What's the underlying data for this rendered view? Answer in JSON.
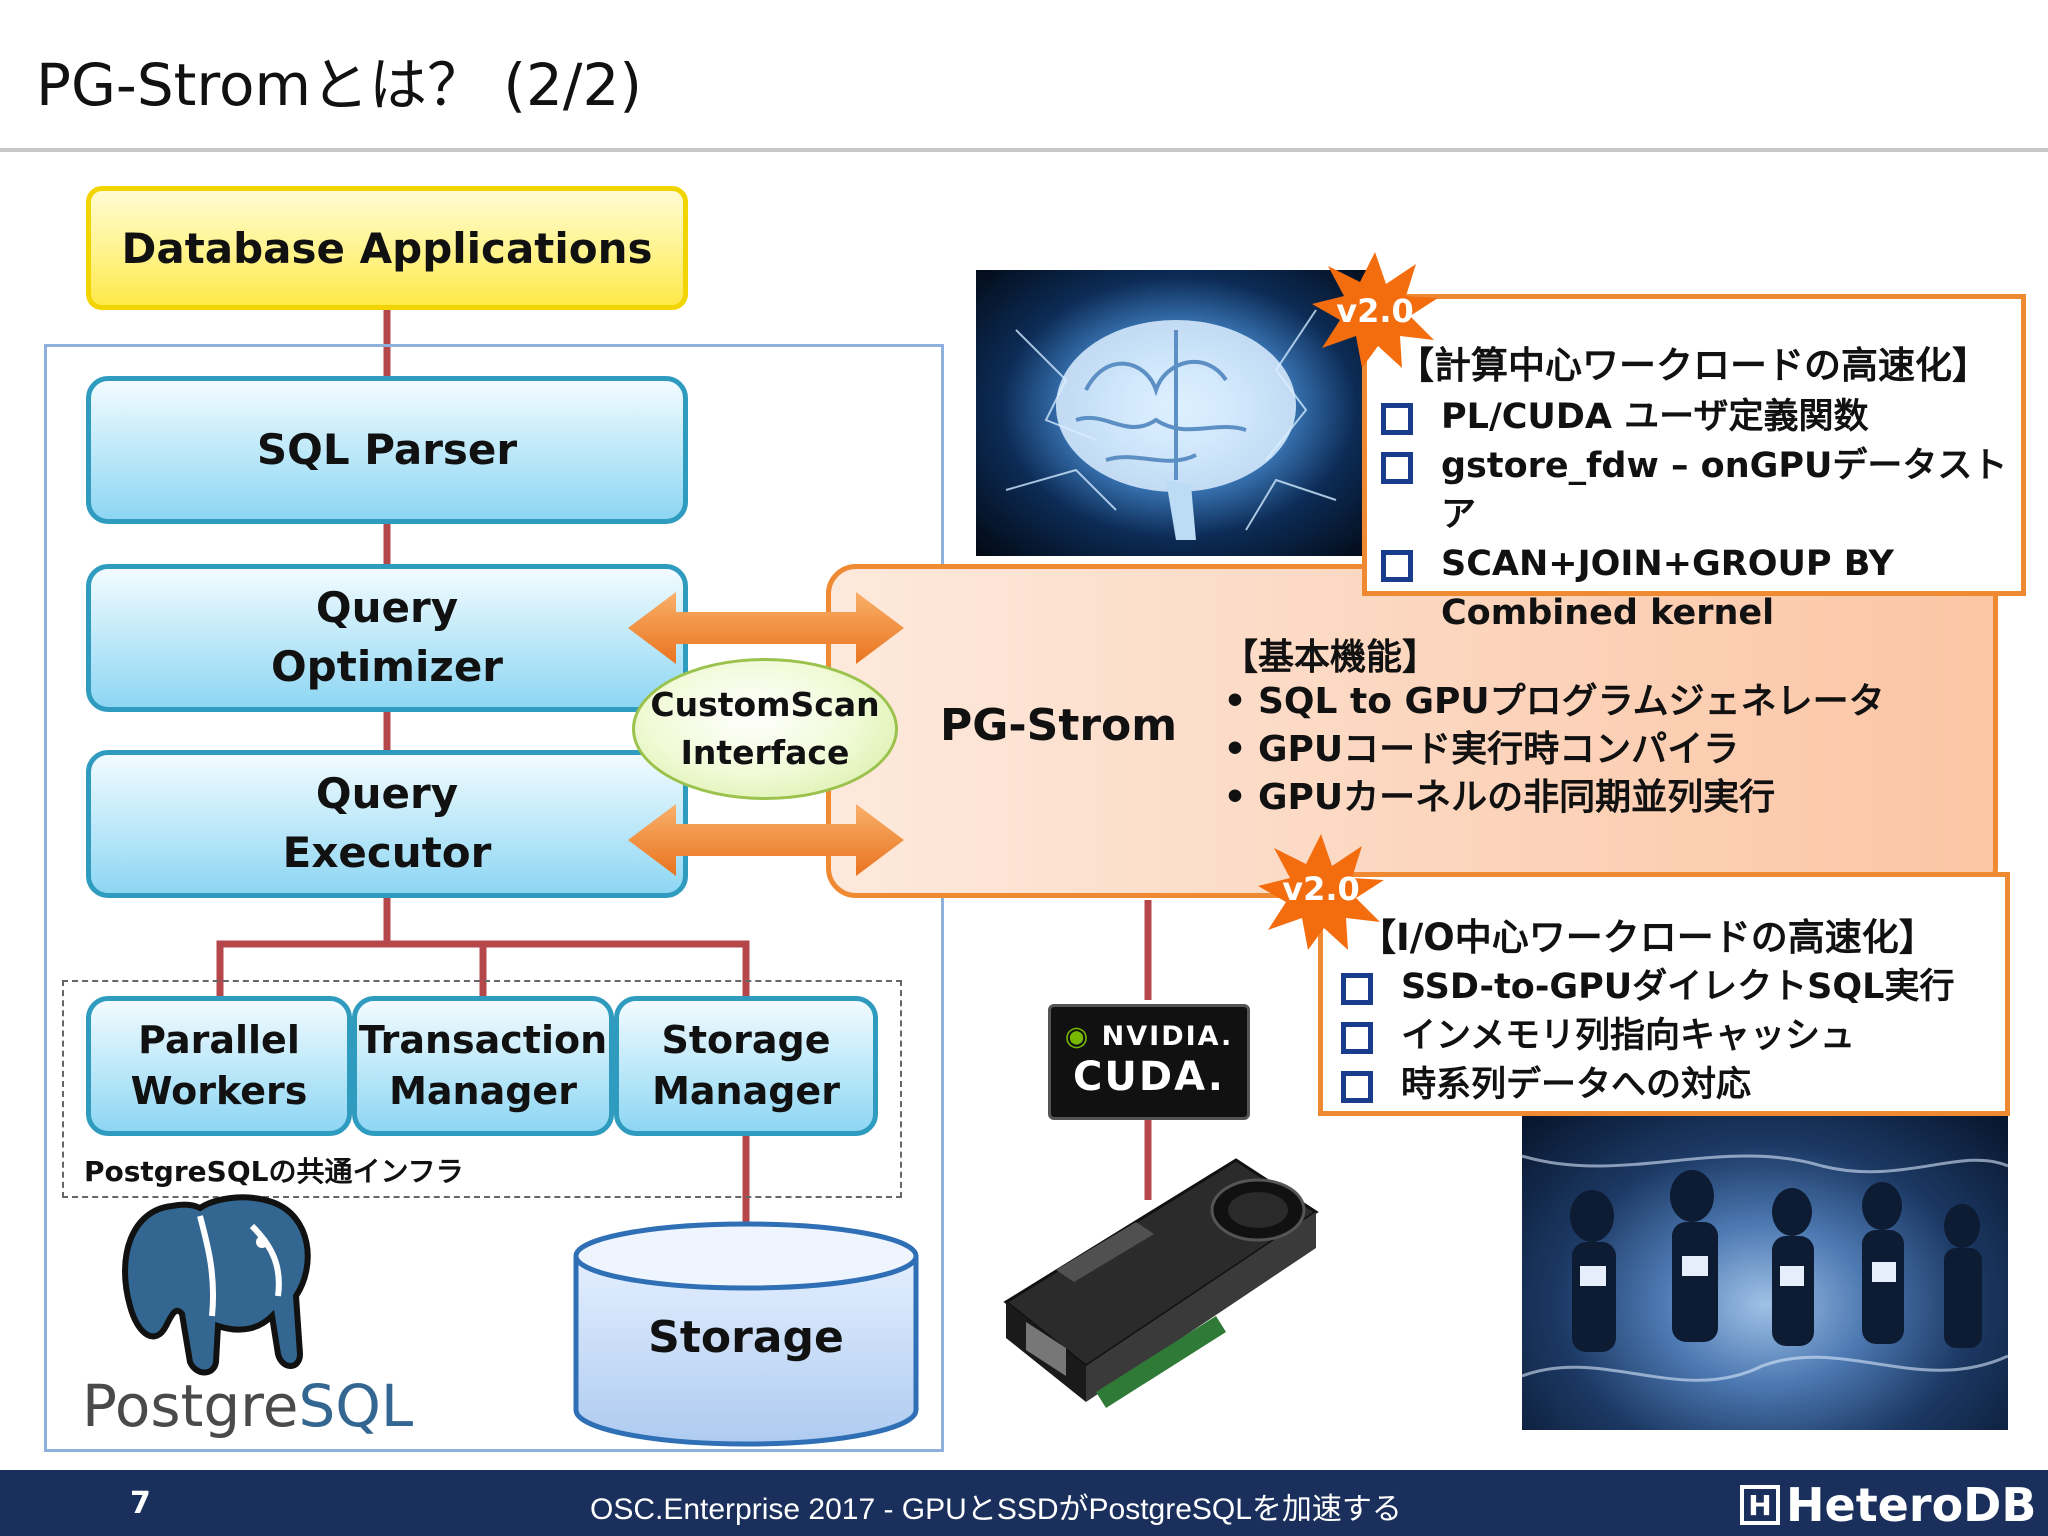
{
  "title": "PG-Stromとは？ (2/2)",
  "left_stack": {
    "database_applications": "Database Applications",
    "sql_parser": "SQL Parser",
    "query_optimizer": [
      "Query",
      "Optimizer"
    ],
    "query_executor": [
      "Query",
      "Executor"
    ],
    "parallel_workers": [
      "Parallel",
      "Workers"
    ],
    "transaction_manager": [
      "Transaction",
      "Manager"
    ],
    "storage_manager": [
      "Storage",
      "Manager"
    ],
    "infra_label": "PostgreSQLの共通インフラ",
    "storage": "Storage",
    "postgres_logo": {
      "part1": "Postgre",
      "part2": "SQL"
    }
  },
  "customscan": [
    "CustomScan",
    "Interface"
  ],
  "pgstrom": {
    "label": "PG-Strom",
    "features_title": "【基本機能】",
    "features": [
      "SQL to GPUプログラムジェネレータ",
      "GPUコード実行時コンパイラ",
      "GPUカーネルの非同期並列実行"
    ]
  },
  "compute_box": {
    "badge": "v2.0",
    "title": "【計算中心ワークロードの高速化】",
    "items": [
      "PL/CUDA ユーザ定義関数",
      "gstore_fdw – onGPUデータストア",
      "SCAN+JOIN+GROUP BY"
    ],
    "continuation": "Combined kernel"
  },
  "io_box": {
    "badge": "v2.0",
    "title": "【I/O中心ワークロードの高速化】",
    "items": [
      "SSD-to-GPUダイレクトSQL実行",
      "インメモリ列指向キャッシュ",
      "時系列データへの対応"
    ]
  },
  "cuda_badge": {
    "vendor": "NVIDIA.",
    "product": "CUDA."
  },
  "footer": {
    "page": "7",
    "text": "OSC.Enterprise 2017 - GPUとSSDがPostgreSQLを加速する",
    "brand": "HeteroDB",
    "brand_mark": "H"
  },
  "colors": {
    "orange": "#f08a32",
    "blue_border": "#2f9cbf",
    "connector_red": "#b5474b",
    "footer_bg": "#1a2f5c"
  }
}
